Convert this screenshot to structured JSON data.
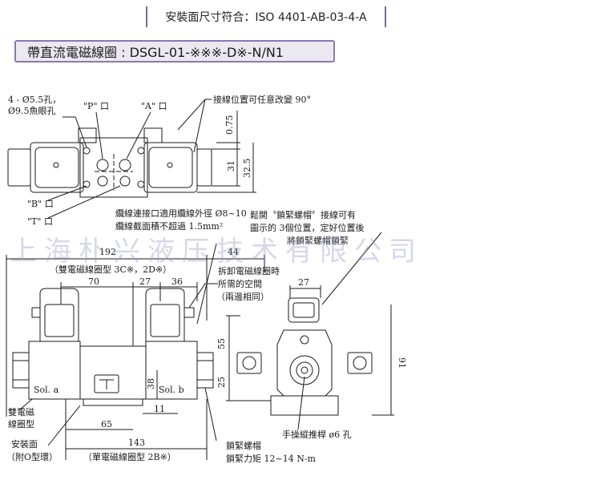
{
  "header": {
    "standard": "安裝面尺寸符合：ISO 4401-AB-03-4-A",
    "model": "帶直流電磁線圈 : DSGL-01-※※※-D※-N/N1"
  },
  "top_view": {
    "hole_spec": "4 - Ø5.5孔，",
    "counterbore": "Ø9.5魚眼孔",
    "p_port": "\"P\" 口",
    "a_port": "\"A\" 口",
    "b_port": "\"B\" 口",
    "t_port": "\"T\" 口",
    "wire_position": "接線位置可任意改變 90°",
    "dim_075": "0.75",
    "dim_31": "31",
    "dim_325": "32.5"
  },
  "notes": {
    "cable_1": "纜線連接口適用纜線外徑 Ø8~10",
    "cable_2": "纜線截面積不超過 1.5mm²",
    "lock_1": "鬆開〝鎖緊螺帽〞接線可有",
    "lock_2": "圖示的 3個位置，定好位置後",
    "lock_3": "將鎖緊螺帽鎖緊"
  },
  "front_view": {
    "dim_192": "192",
    "dim_44": "44",
    "double_coil_type": "（雙電磁線圈型 3C※，2D※）",
    "dim_70": "70",
    "dim_27": "27",
    "dim_36": "36",
    "removal_1": "拆卸電磁線圈時",
    "removal_2": "所需的空間",
    "removal_3": "（兩邊相同）",
    "dim_38": "38",
    "dim_11": "11",
    "dim_65": "65",
    "dim_143": "143",
    "sol_a": "Sol. a",
    "sol_b": "Sol. b",
    "single_coil_type": "（單電磁線圈型 2B※）",
    "coil_label_1": "雙電磁",
    "coil_label_2": "線圈型",
    "mount_label_1": "安裝面",
    "mount_label_2": "（附O型環）",
    "locknut_1": "鎖緊螺帽",
    "locknut_2": "鎖緊力矩 12~14 N-m"
  },
  "side_view": {
    "dim_27": "27",
    "dim_55": "55",
    "dim_25": "25",
    "dim_91": "91",
    "manual_pin": "手操縱推桿 ø6 孔"
  },
  "watermark": "上海朴兴液压技术有限公司"
}
